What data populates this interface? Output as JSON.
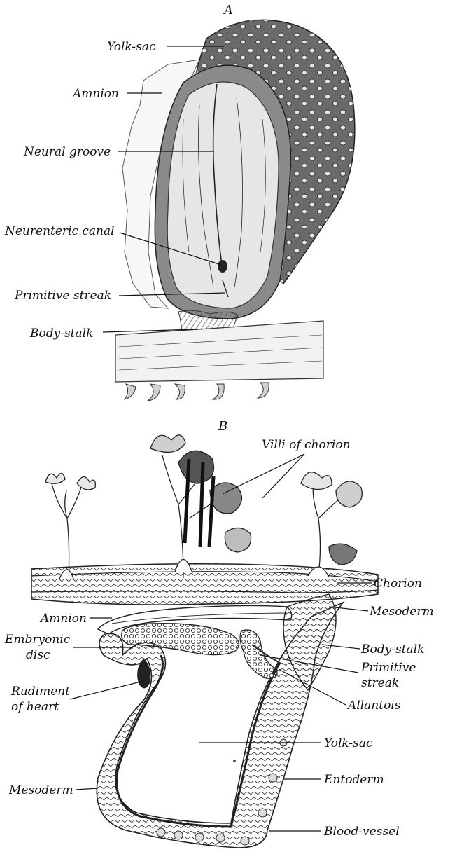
{
  "figure_a": {
    "heading": "A",
    "labels": {
      "yolk_sac": "Yolk-sac",
      "amnion": "Amnion",
      "neural_groove": "Neural groove",
      "neurenteric_canal": "Neurenteric canal",
      "primitive_streak": "Primitive streak",
      "body_stalk": "Body-stalk"
    }
  },
  "figure_b": {
    "heading": "B",
    "labels": {
      "villi_of_chorion": "Villi of chorion",
      "chorion": "Chorion",
      "mesoderm_right": "Mesoderm",
      "amnion": "Amnion",
      "embryonic_disc_1": "Embryonic",
      "embryonic_disc_2": "disc",
      "body_stalk": "Body-stalk",
      "primitive_streak_1": "Primitive",
      "primitive_streak_2": "streak",
      "rudiment_of_heart_1": "Rudiment",
      "rudiment_of_heart_2": "of heart",
      "allantois": "Allantois",
      "yolk_sac": "Yolk-sac",
      "entoderm": "Entoderm",
      "mesoderm_left": "Mesoderm",
      "blood_vessel": "Blood-vessel"
    }
  }
}
